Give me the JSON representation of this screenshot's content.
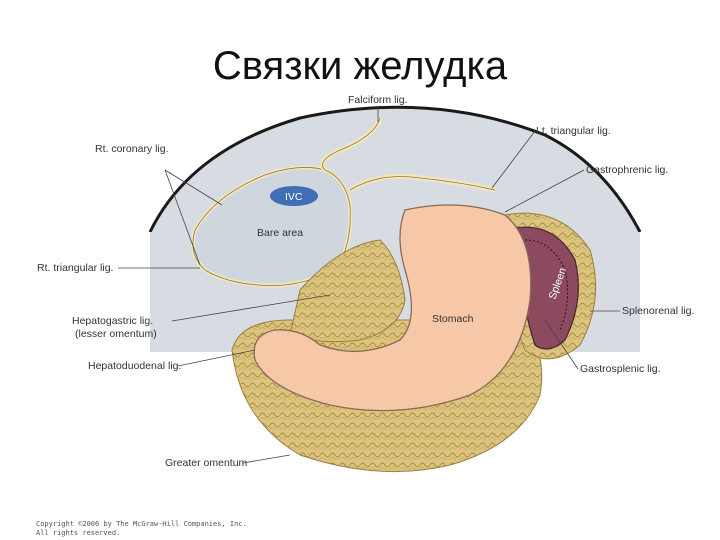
{
  "title": "Связки желудка",
  "labels": {
    "falciform": "Falciform lig.",
    "rt_coronary": "Rt. coronary lig.",
    "lt_triangular": "Lt. triangular lig.",
    "gastrophrenic": "Gastrophrenic lig.",
    "ivc": "IVC",
    "bare_area": "Bare area",
    "rt_triangular": "Rt. triangular lig.",
    "hepatogastric_1": "Hepatogastric lig.",
    "hepatogastric_2": "(lesser omentum)",
    "stomach": "Stomach",
    "spleen": "Spleen",
    "splenorenal": "Splenorenal lig.",
    "hepatoduodenal": "Hepatoduodenal lig.",
    "gastrosplenic": "Gastrosplenic lig.",
    "greater_omentum": "Greater omentum"
  },
  "copyright": {
    "line1": "Copyright ©2006 by The McGraw-Hill Companies, Inc.",
    "line2": "All rights reserved."
  },
  "colors": {
    "liver_bg": "#d7dce2",
    "liver_edge": "#6f7a86",
    "ligament": "#f3e6b8",
    "stomach": "#f6c8a8",
    "stomach_edge": "#8a6a55",
    "omentum": "#d9c17a",
    "spleen": "#8c4a5e",
    "ivc": "#3f6fb5"
  }
}
